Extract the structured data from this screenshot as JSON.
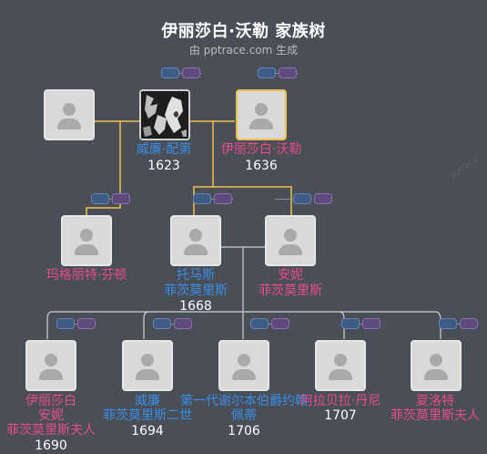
{
  "title": "伊丽莎白·沃勒 家族树",
  "subtitle": "由 pptrace.com 生成",
  "watermark": "pptrace",
  "colors": {
    "background": "#4a4e57",
    "male_name": "#3a8ee6",
    "female_name": "#e84c8c",
    "selected_border": "#f0c04a",
    "spouse_line": "#f0c04a",
    "child_line": "#cfcfcf"
  },
  "people": [
    {
      "id": "p_unknown_top",
      "name": "",
      "year": "",
      "gender": "unknown",
      "icon": "person-silhouette-icon"
    },
    {
      "id": "william",
      "name_lines": [
        "威廉·配第"
      ],
      "year": "1623",
      "gender": "male",
      "icon": "photo-portrait"
    },
    {
      "id": "elizabeth",
      "name_lines": [
        "伊丽莎白·沃勒"
      ],
      "year": "1636",
      "gender": "female",
      "selected": true,
      "icon": "person-silhouette-icon"
    },
    {
      "id": "margaret",
      "name_lines": [
        "玛格丽特·芬顿"
      ],
      "year": "",
      "gender": "female",
      "icon": "person-silhouette-icon"
    },
    {
      "id": "thomas",
      "name_lines": [
        "托马斯",
        "菲茨莫里斯"
      ],
      "year": "1668",
      "gender": "male",
      "icon": "person-silhouette-icon"
    },
    {
      "id": "anne",
      "name_lines": [
        "安妮",
        "菲茨莫里斯"
      ],
      "year": "",
      "gender": "female",
      "icon": "person-silhouette-icon"
    },
    {
      "id": "elizabeth2",
      "name_lines": [
        "伊丽莎白",
        "安妮",
        "菲茨莫里斯夫人"
      ],
      "year": "1690",
      "gender": "female",
      "icon": "person-silhouette-icon"
    },
    {
      "id": "william2",
      "name_lines": [
        "威廉",
        "菲茨莫里斯二世"
      ],
      "year": "1694",
      "gender": "male",
      "icon": "person-silhouette-icon"
    },
    {
      "id": "john",
      "name_lines": [
        "第一代谢尔本伯爵约翰",
        "佩蒂"
      ],
      "year": "1706",
      "gender": "male",
      "icon": "person-silhouette-icon"
    },
    {
      "id": "arabella",
      "name_lines": [
        "阿拉贝拉·丹尼"
      ],
      "year": "1707",
      "gender": "female",
      "icon": "person-silhouette-icon"
    },
    {
      "id": "charlotte",
      "name_lines": [
        "夏洛特",
        "菲茨莫里斯夫人"
      ],
      "year": "",
      "gender": "female",
      "icon": "person-silhouette-icon"
    }
  ]
}
